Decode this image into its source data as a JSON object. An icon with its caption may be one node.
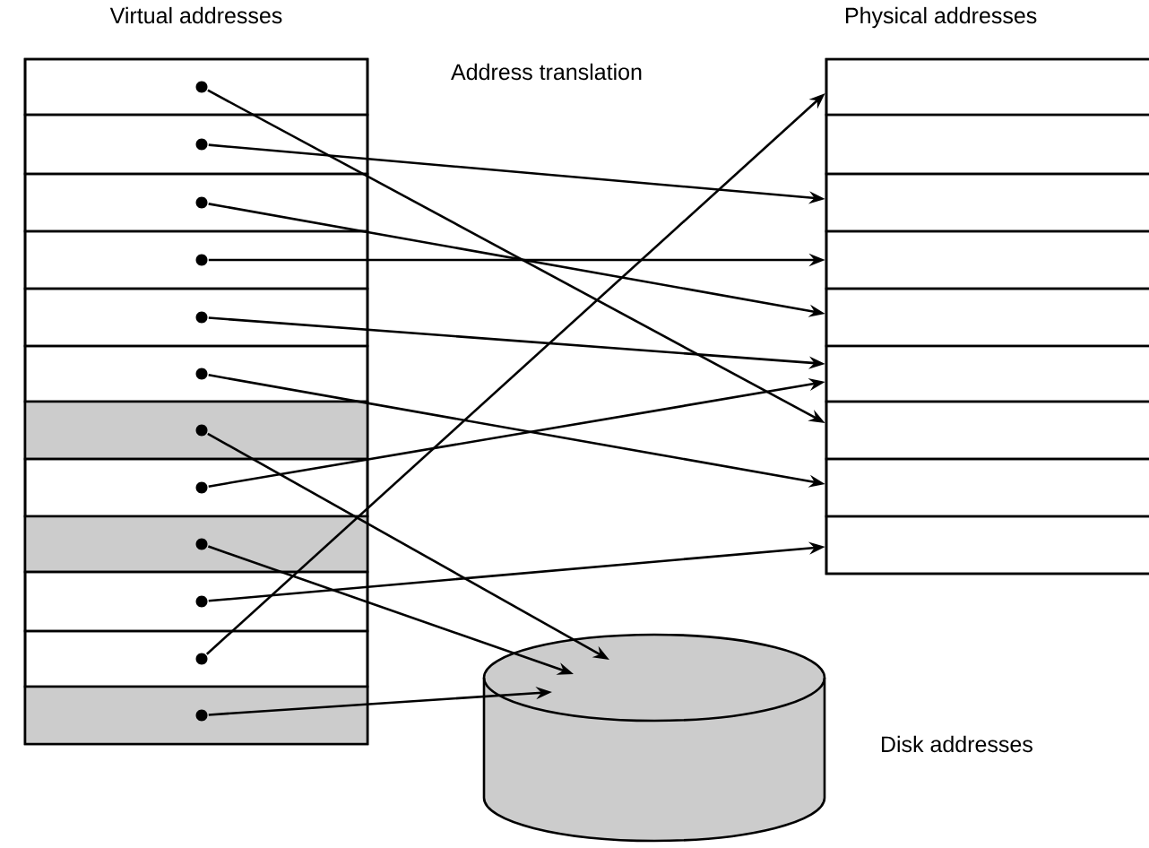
{
  "diagram": {
    "nodes": [
      {
        "text": [
          "Virtual addresses"
        ]
      },
      {
        "text": [],
        "shape": "box",
        "in": 0
      },
      {
        "text": [],
        "shape": "circle",
        "in": 1
      },
      {
        "text": [],
        "shape": "box",
        "in": 0
      },
      {
        "text": [],
        "shape": "circle",
        "in": 3
      },
      {
        "text": [],
        "shape": "box",
        "in": 0
      },
      {
        "text": [],
        "shape": "circle",
        "in": 5
      },
      {
        "text": [],
        "shape": "box",
        "in": 0
      },
      {
        "text": [],
        "shape": "circle",
        "in": 7
      },
      {
        "text": [],
        "shape": "box",
        "in": 0
      },
      {
        "text": [],
        "shape": "circle",
        "in": 9
      },
      {
        "text": [],
        "shape": "box",
        "in": 0
      },
      {
        "text": [],
        "shape": "circle",
        "in": 11
      },
      {
        "text": [],
        "shape": "box",
        "in": 0
      },
      {
        "text": [],
        "shape": "circle",
        "in": 13
      },
      {
        "text": [],
        "shape": "box",
        "in": 0
      },
      {
        "text": [],
        "shape": "circle",
        "in": 15
      },
      {
        "text": [],
        "shape": "box",
        "in": 0
      },
      {
        "text": [],
        "shape": "circle",
        "in": 17
      },
      {
        "text": [],
        "shape": "box",
        "in": 0
      },
      {
        "text": [],
        "shape": "circle",
        "in": 19
      },
      {
        "text": [],
        "shape": "box",
        "in": 0
      },
      {
        "text": [],
        "shape": "circle",
        "in": 21
      },
      {
        "text": [],
        "shape": "box",
        "in": 0
      },
      {
        "text": [],
        "shape": "circle",
        "in": 23
      },
      {
        "text": [
          "Physical addresses"
        ]
      },
      {
        "text": [],
        "shape": "box",
        "in": 25
      },
      {
        "text": [],
        "shape": "box",
        "in": 25
      },
      {
        "text": [],
        "shape": "box",
        "in": 25
      },
      {
        "text": [],
        "shape": "box",
        "in": 25
      },
      {
        "text": [],
        "shape": "box",
        "in": 25
      },
      {
        "text": [],
        "shape": "box",
        "in": 25
      },
      {
        "text": [],
        "shape": "box",
        "in": 25
      },
      {
        "text": [],
        "shape": "box",
        "in": 25
      },
      {
        "text": [],
        "shape": "box",
        "in": 25
      },
      {
        "text": [],
        "shape": "cylinder",
        "beside": [
          "Disk addresses"
        ]
      }
    ],
    "edges": [
      {
        "from": 2,
        "to": 32,
        "arrow": "to"
      },
      {
        "from": 4,
        "to": 28,
        "arrow": "to"
      },
      {
        "from": 6,
        "to": 30,
        "arrow": "to"
      },
      {
        "from": 8,
        "to": 29,
        "arrow": "to"
      },
      {
        "from": 10,
        "to": 31,
        "arrow": "to"
      },
      {
        "from": 12,
        "to": 33,
        "arrow": "to"
      },
      {
        "from": 14,
        "to": 35,
        "arrow": "to"
      },
      {
        "from": 16,
        "to": 31,
        "arrow": "to"
      },
      {
        "from": 18,
        "to": 35,
        "arrow": "to"
      },
      {
        "from": 20,
        "to": 34,
        "arrow": "to"
      },
      {
        "from": 22,
        "to": 26,
        "arrow": "to"
      },
      {
        "from": 24,
        "to": 35,
        "arrow": "to"
      }
    ],
    "labels": [
      "Address translation"
    ]
  }
}
